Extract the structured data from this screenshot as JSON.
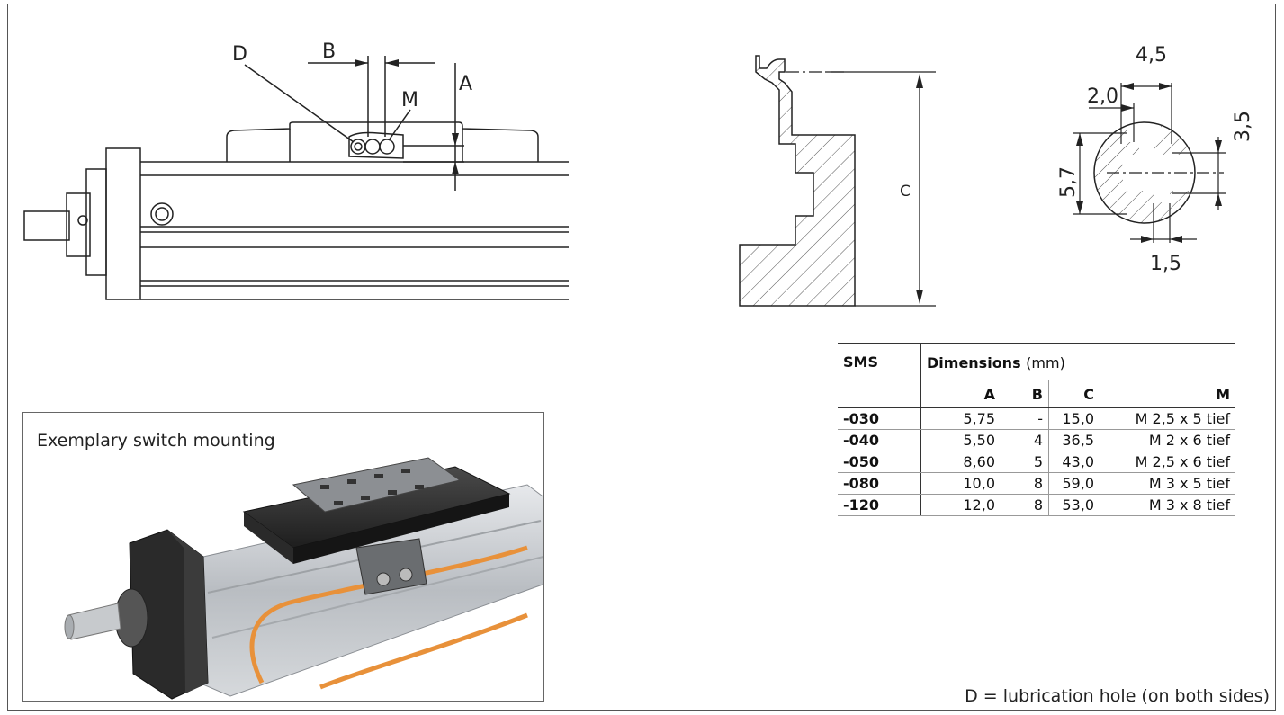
{
  "side_view": {
    "label_d": "D",
    "label_b": "B",
    "label_m": "M",
    "label_a": "A"
  },
  "profile_section": {
    "label_c": "C"
  },
  "slot_detail": {
    "dim_top": "4,5",
    "dim_inner": "2,0",
    "dim_right": "3,5",
    "dim_left": "5,7",
    "dim_bottom": "1,5"
  },
  "table": {
    "header_sms": "SMS",
    "header_dimensions": "Dimensions",
    "header_unit": "(mm)",
    "columns": [
      "A",
      "B",
      "C",
      "M"
    ],
    "rows": [
      {
        "sms": "-030",
        "a": "5,75",
        "b": "-",
        "c": "15,0",
        "m": "M 2,5 x 5 tief"
      },
      {
        "sms": "-040",
        "a": "5,50",
        "b": "4",
        "c": "36,5",
        "m": "M 2 x 6 tief"
      },
      {
        "sms": "-050",
        "a": "8,60",
        "b": "5",
        "c": "43,0",
        "m": "M 2,5 x 6 tief"
      },
      {
        "sms": "-080",
        "a": "10,0",
        "b": "8",
        "c": "59,0",
        "m": "M 3 x 5 tief"
      },
      {
        "sms": "-120",
        "a": "12,0",
        "b": "8",
        "c": "53,0",
        "m": "M 3 x 8 tief"
      }
    ]
  },
  "photo": {
    "caption": "Exemplary switch mounting"
  },
  "footnote": "D = lubrication hole (on both sides)",
  "colors": {
    "line": "#222222",
    "cable": "#e8913a",
    "carriage": "#2b2b2b",
    "rail": "#c9ccd0"
  }
}
